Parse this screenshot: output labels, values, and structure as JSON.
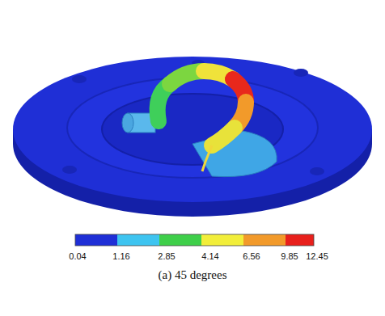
{
  "diagram": {
    "caption": "(a) 45 degrees",
    "labels": [
      "0.04",
      "1.16",
      "2.85",
      "4.14",
      "6.56",
      "9.85",
      "12.45"
    ]
  }
}
